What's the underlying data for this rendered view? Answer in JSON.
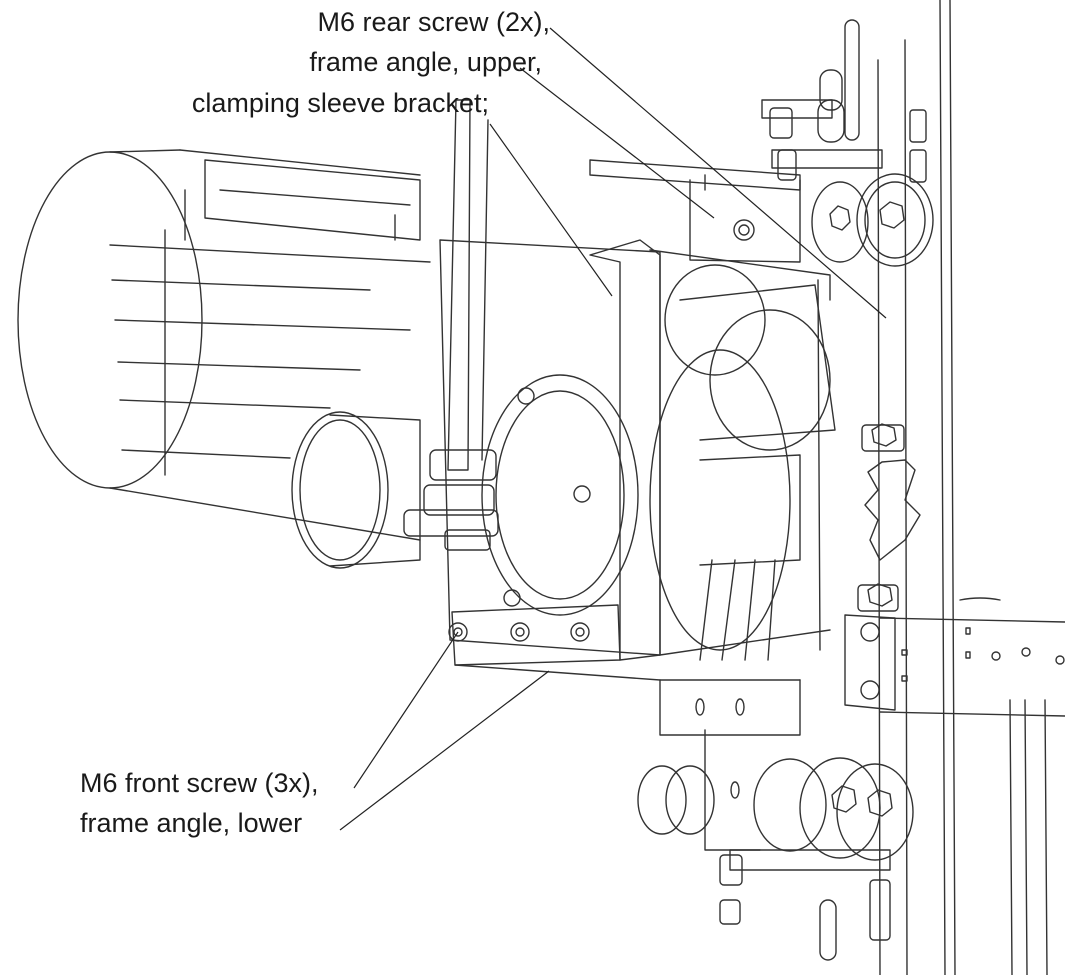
{
  "callouts": {
    "rear_screw": "M6 rear screw (2x),",
    "frame_angle_upper": "frame angle, upper,",
    "clamping_bracket": "clamping sleeve bracket;",
    "front_screw": "M6 front screw (3x),",
    "frame_angle_lower": "frame angle, lower"
  },
  "colors": {
    "line": "#333333",
    "background": "#ffffff"
  }
}
